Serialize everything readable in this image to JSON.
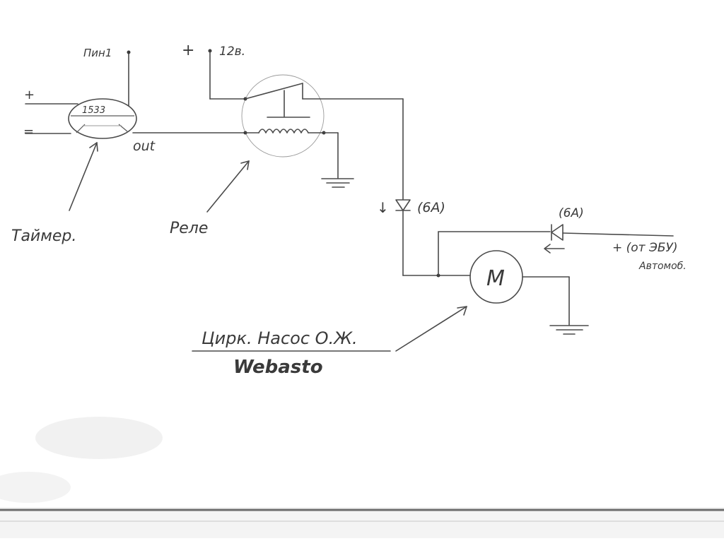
{
  "diagram": {
    "timer": {
      "label": "Таймер.",
      "chip": "1533",
      "pin_label": "Пин1",
      "plus": "+",
      "minus": "=",
      "out": "out"
    },
    "relay": {
      "label": "Реле"
    },
    "supply": {
      "plus": "+",
      "voltage": "12в."
    },
    "diode_relay": {
      "arrow": "↓",
      "rating": "(6А)"
    },
    "diode_ecu": {
      "rating": "(6А)",
      "source": "+ (от ЭБУ)",
      "source_sub": "Автомоб."
    },
    "motor": {
      "symbol": "М"
    },
    "pump": {
      "title": "Цирк. Насос О.Ж.",
      "brand": "Webasto"
    }
  }
}
